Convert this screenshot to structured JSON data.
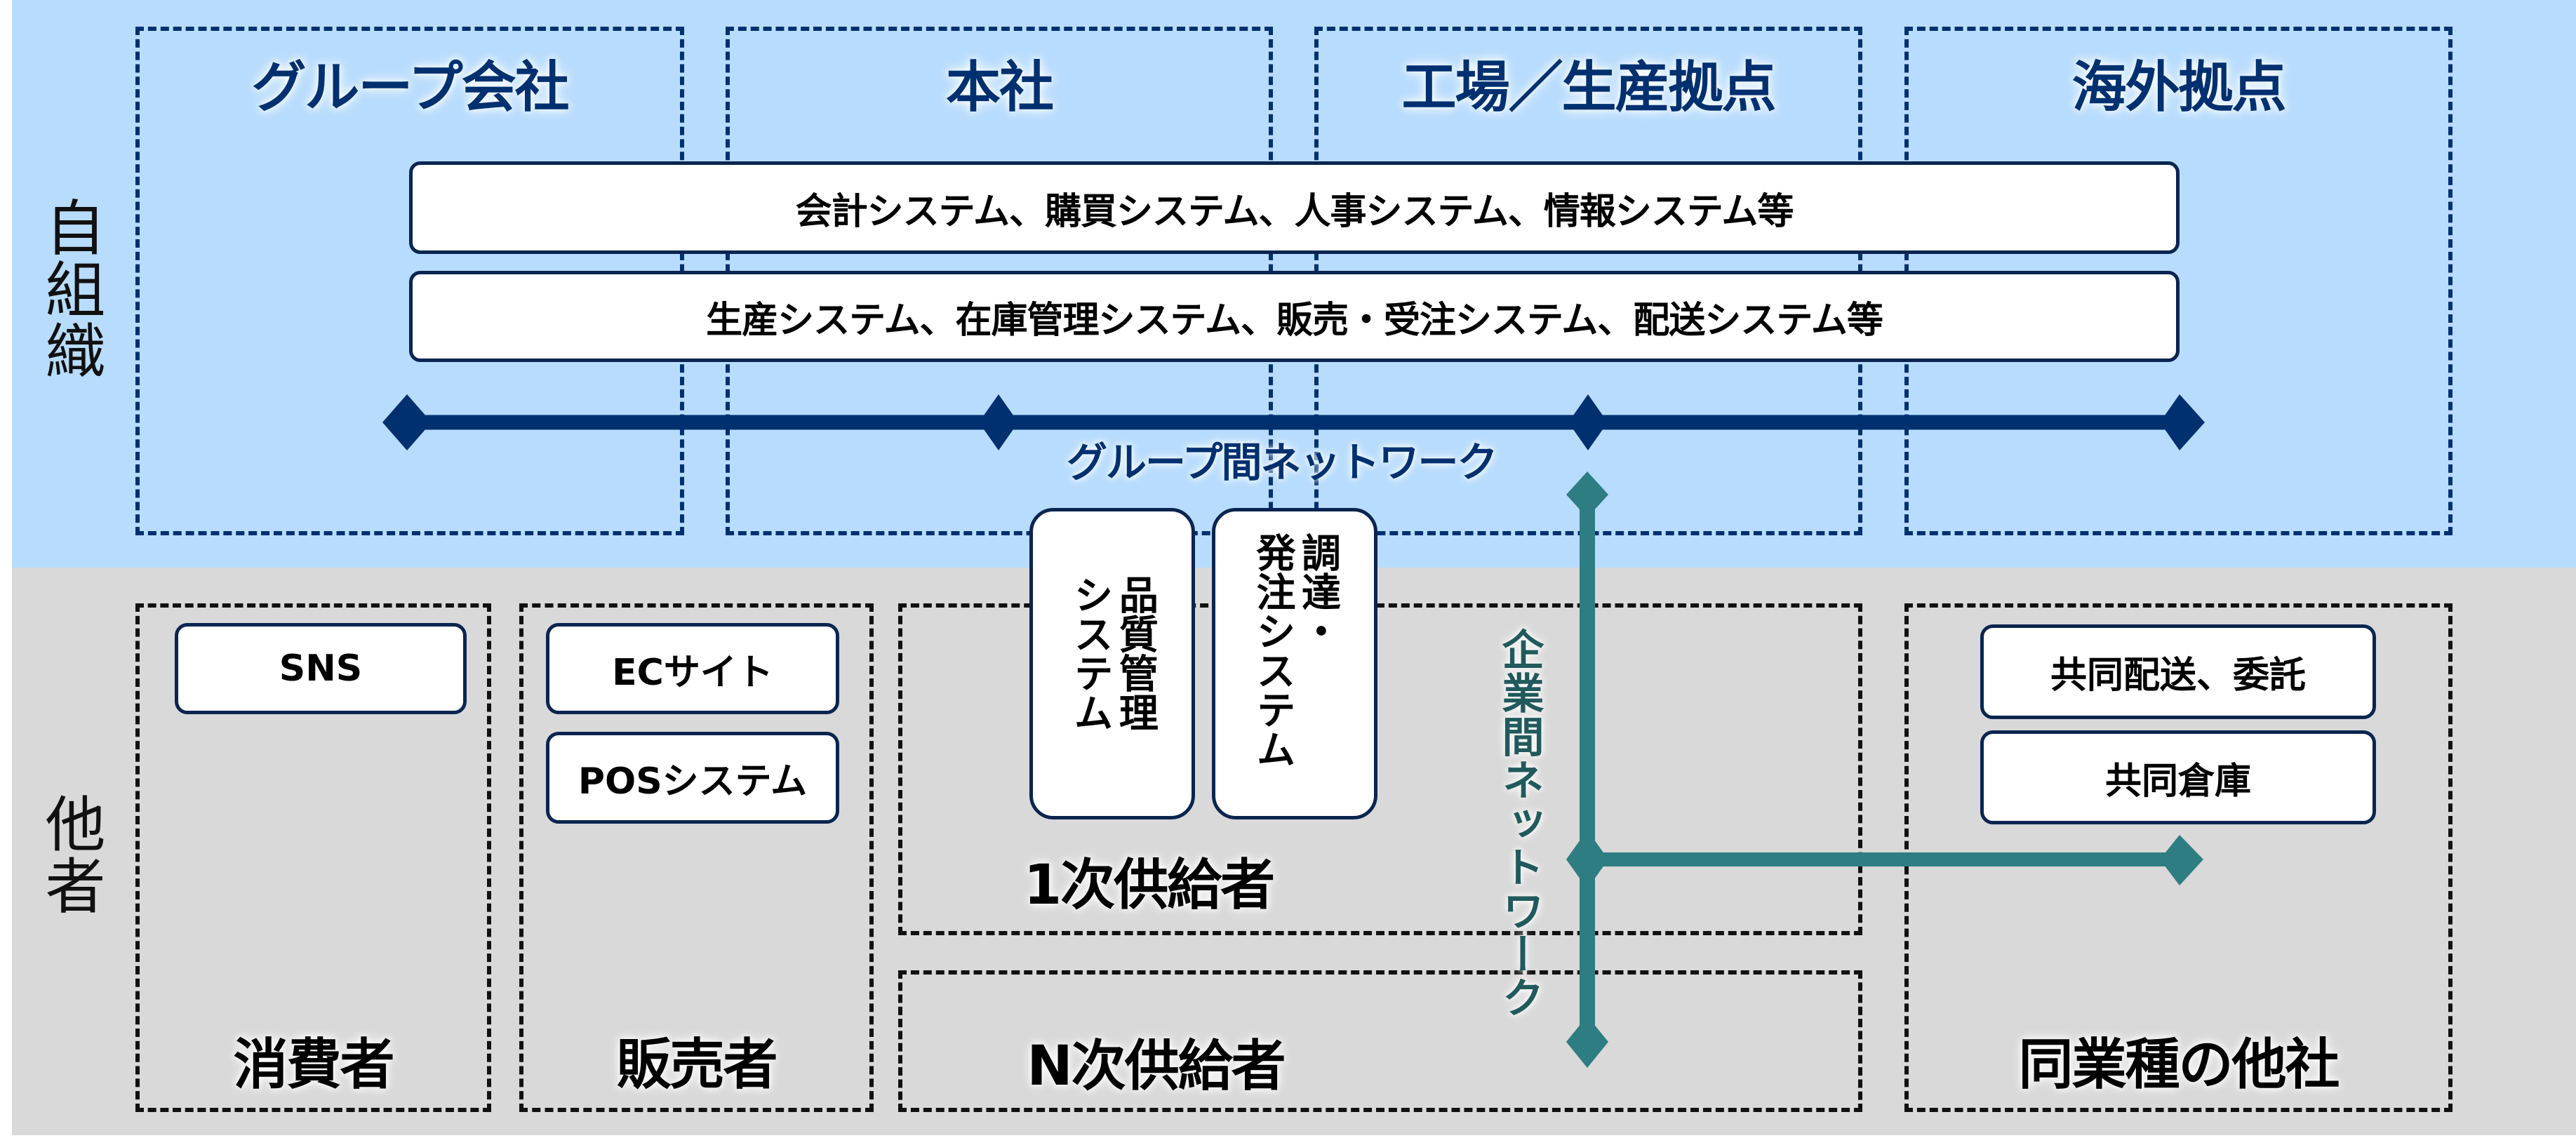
{
  "row_labels": {
    "own_org": "自組織",
    "others": "他者"
  },
  "own_org_zones": [
    {
      "title": "グループ会社"
    },
    {
      "title": "本社"
    },
    {
      "title": "工場／生産拠点"
    },
    {
      "title": "海外拠点"
    }
  ],
  "system_bars": [
    {
      "label": "会計システム、購買システム、人事システム、情報システム等"
    },
    {
      "label": "生産システム、在庫管理システム、販売・受注システム、配送システム等"
    }
  ],
  "group_network": {
    "label": "グループ間ネットワーク",
    "color": "#003070"
  },
  "inter_company_network": {
    "label": "企業間ネットワーク",
    "color": "#2E7D82"
  },
  "shared_systems": [
    {
      "label": "品質管理\nシステム"
    },
    {
      "label": "調達・\n発注システム"
    }
  ],
  "others_zones": {
    "consumers": {
      "title": "消費者",
      "items": [
        "SNS"
      ]
    },
    "sellers": {
      "title": "販売者",
      "items": [
        "ECサイト",
        "POSシステム"
      ]
    },
    "tier1_suppliers": {
      "title": "1次供給者"
    },
    "tierN_suppliers": {
      "title": "N次供給者"
    },
    "same_industry": {
      "title": "同業種の他社",
      "items": [
        "共同配送、委託",
        "共同倉庫"
      ]
    }
  },
  "colors": {
    "own_org_background": "#B8DCFD",
    "others_background": "#D9D9D9",
    "navy": "#003070",
    "teal": "#2E7D82"
  }
}
